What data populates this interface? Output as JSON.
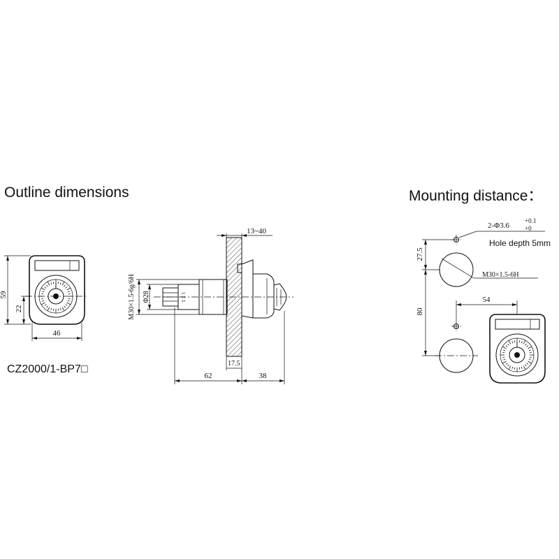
{
  "headings": {
    "outline": "Outline dimensions",
    "mounting": "Mounting distance："
  },
  "model": "CZ2000/1-BP7□",
  "front_view": {
    "dim_height": "59",
    "dim_center": "22",
    "dim_width": "46"
  },
  "side_view": {
    "dim_panel_range": "13~40",
    "thread": "M30×1.5-6g/6H",
    "diameter": "Φ28",
    "terminals": "1 2 3",
    "dim_panel": "17.5",
    "dim_body": "62",
    "dim_front": "38"
  },
  "mounting_view": {
    "holes": "2-Φ3.6",
    "tol_upper": "+0.1",
    "tol_lower": "+0",
    "hole_depth": "Hole depth 5mm",
    "thread_hole": "M30×1.5-6H",
    "dim_offset": "27.5",
    "dim_pitch": "80",
    "dim_horizontal": "54"
  }
}
